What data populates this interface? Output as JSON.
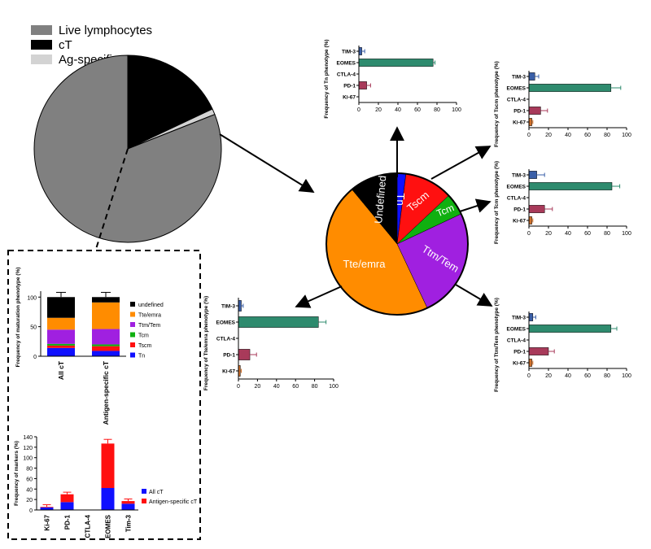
{
  "legend_main": [
    {
      "label": "Live lymphocytes",
      "color": "#808080"
    },
    {
      "label": "cT",
      "color": "#000000"
    },
    {
      "label": "Ag-specific",
      "color": "#d3d3d3"
    }
  ],
  "colors": {
    "Tn": "#1010ff",
    "Tscm": "#ff1010",
    "Tcm": "#10b010",
    "TtmTem": "#a020e0",
    "Tteemra": "#ff8c00",
    "Undefined": "#000000",
    "TIM-3": "#3a5fa8",
    "EOMES": "#2e8b6e",
    "PD-1": "#a83a5a",
    "Ki-67": "#d0702a",
    "allcT": "#1010ff",
    "agcT": "#ff1010"
  },
  "chart_data": [
    {
      "id": "main-pie",
      "type": "pie",
      "labels": [
        "Live lymphocytes",
        "cT",
        "Ag-specific"
      ],
      "values": [
        81,
        18,
        1
      ]
    },
    {
      "id": "maturation-pie",
      "type": "pie",
      "labels": [
        "Tn",
        "Tscm",
        "Tcm",
        "Ttm/Tem",
        "Tte/emra",
        "Undefined"
      ],
      "values": [
        2,
        11,
        5,
        25,
        46,
        11
      ]
    },
    {
      "id": "tn-bars",
      "type": "bar",
      "orientation": "horizontal",
      "ylabel": "Frequency of Tn phenotype (%)",
      "categories": [
        "TIM-3",
        "EOMES",
        "CTLA-4",
        "PD-1",
        "Ki-67"
      ],
      "values": [
        3,
        76,
        0,
        8,
        0
      ],
      "errors": [
        3,
        2,
        0,
        4,
        0
      ],
      "xlim": [
        0,
        100
      ],
      "xticks": [
        0,
        20,
        40,
        60,
        80,
        100
      ]
    },
    {
      "id": "tscm-bars",
      "type": "bar",
      "orientation": "horizontal",
      "ylabel": "Frequency of Tscm phenotype (%)",
      "categories": [
        "TIM-3",
        "EOMES",
        "CTLA-4",
        "PD-1",
        "Ki-67"
      ],
      "values": [
        6,
        84,
        0,
        12,
        3
      ],
      "errors": [
        4,
        10,
        0,
        7,
        1
      ],
      "xlim": [
        0,
        100
      ],
      "xticks": [
        0,
        20,
        40,
        60,
        80,
        100
      ]
    },
    {
      "id": "tcm-bars",
      "type": "bar",
      "orientation": "horizontal",
      "ylabel": "Frequency of Tcm phenotype (%)",
      "categories": [
        "TIM-3",
        "EOMES",
        "CTLA-4",
        "PD-1",
        "Ki-67"
      ],
      "values": [
        8,
        85,
        0,
        16,
        3
      ],
      "errors": [
        8,
        8,
        0,
        8,
        1
      ],
      "xlim": [
        0,
        100
      ],
      "xticks": [
        0,
        20,
        40,
        60,
        80,
        100
      ]
    },
    {
      "id": "ttmtem-bars",
      "type": "bar",
      "orientation": "horizontal",
      "ylabel": "Frequency of Ttm/Tem phenotype (%)",
      "categories": [
        "TIM-3",
        "EOMES",
        "CTLA-4",
        "PD-1",
        "Ki-67"
      ],
      "values": [
        4,
        84,
        0,
        20,
        3
      ],
      "errors": [
        3,
        6,
        0,
        6,
        1
      ],
      "xlim": [
        0,
        100
      ],
      "xticks": [
        0,
        20,
        40,
        60,
        80,
        100
      ]
    },
    {
      "id": "tteemra-bars",
      "type": "bar",
      "orientation": "horizontal",
      "ylabel": "Frequency of Tte/emra phenotype (%)",
      "categories": [
        "TIM-3",
        "EOMES",
        "CTLA-4",
        "PD-1",
        "Ki-67"
      ],
      "values": [
        3,
        84,
        0,
        12,
        2
      ],
      "errors": [
        2,
        8,
        0,
        7,
        1
      ],
      "xlim": [
        0,
        100
      ],
      "xticks": [
        0,
        20,
        40,
        60,
        80,
        100
      ]
    },
    {
      "id": "maturation-stacked",
      "type": "bar",
      "stacked": true,
      "ylabel": "Frequency of maturation phenotype (%)",
      "categories": [
        "All cT",
        "Antigen-specific cT"
      ],
      "series": [
        {
          "name": "Tn",
          "values": [
            14,
            9
          ]
        },
        {
          "name": "Tscm",
          "values": [
            4,
            8
          ]
        },
        {
          "name": "Tcm",
          "values": [
            3,
            3
          ]
        },
        {
          "name": "Ttm/Tem",
          "values": [
            24,
            26
          ]
        },
        {
          "name": "Tte/emra",
          "values": [
            20,
            45
          ]
        },
        {
          "name": "undefined",
          "values": [
            35,
            9
          ]
        }
      ],
      "legend_order": [
        "undefined",
        "Tte/emra",
        "Ttm/Tem",
        "Tcm",
        "Tscm",
        "Tn"
      ],
      "ylim": [
        0,
        110
      ],
      "yticks": [
        0,
        50,
        100
      ]
    },
    {
      "id": "markers-stacked",
      "type": "bar",
      "stacked": true,
      "ylabel": "Frequency of markers (%)",
      "categories": [
        "Ki-67",
        "PD-1",
        "CTLA-4",
        "EOMES",
        "Tim-3"
      ],
      "series": [
        {
          "name": "All cT",
          "values": [
            5,
            15,
            0,
            42,
            12
          ]
        },
        {
          "name": "Antigen-specific cT",
          "values": [
            1,
            15,
            0,
            85,
            5
          ]
        }
      ],
      "ylim": [
        0,
        140
      ],
      "yticks": [
        0,
        20,
        40,
        60,
        80,
        100,
        120,
        140
      ]
    }
  ]
}
